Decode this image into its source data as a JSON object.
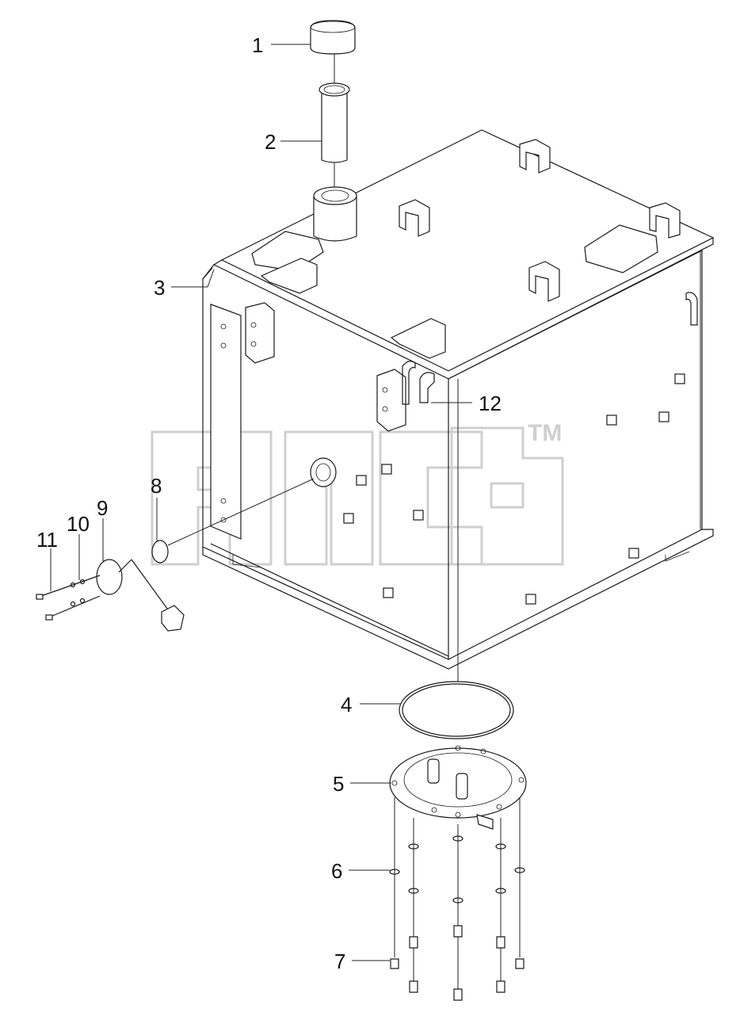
{
  "watermark": {
    "trademark": "TM"
  },
  "callouts": {
    "c1": "1",
    "c2": "2",
    "c3": "3",
    "c4": "4",
    "c5": "5",
    "c6": "6",
    "c7": "7",
    "c8": "8",
    "c9": "9",
    "c10": "10",
    "c11": "11",
    "c12": "12"
  }
}
